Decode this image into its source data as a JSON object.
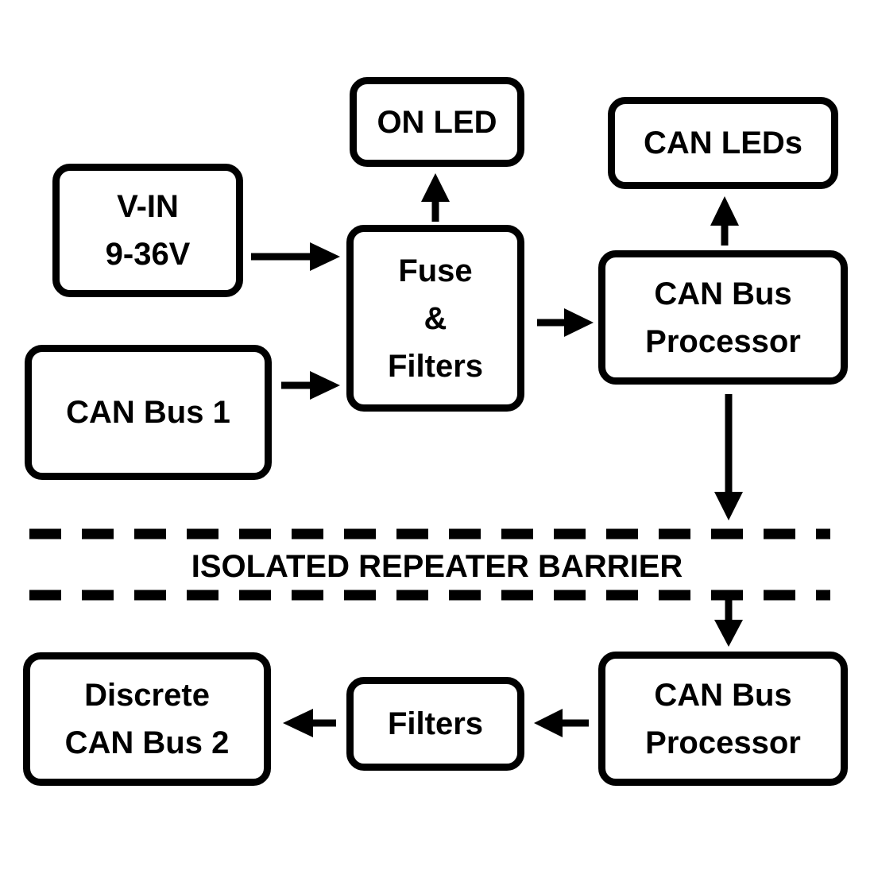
{
  "colors": {
    "stroke": "#000000",
    "background": "#ffffff"
  },
  "blocks": {
    "on_led": "ON LED",
    "can_leds": "CAN LEDs",
    "vin": {
      "line1": "V-IN",
      "line2": "9-36V"
    },
    "fuse_filters": {
      "line1": "Fuse",
      "line2": "&",
      "line3": "Filters"
    },
    "can_bus_1": "CAN Bus 1",
    "can_processor_top": {
      "line1": "CAN Bus",
      "line2": "Processor"
    },
    "can_processor_bottom": {
      "line1": "CAN Bus",
      "line2": "Processor"
    },
    "filters": "Filters",
    "discrete_can_bus_2": {
      "line1": "Discrete",
      "line2": "CAN Bus 2"
    }
  },
  "barrier": {
    "label": "ISOLATED REPEATER BARRIER"
  }
}
